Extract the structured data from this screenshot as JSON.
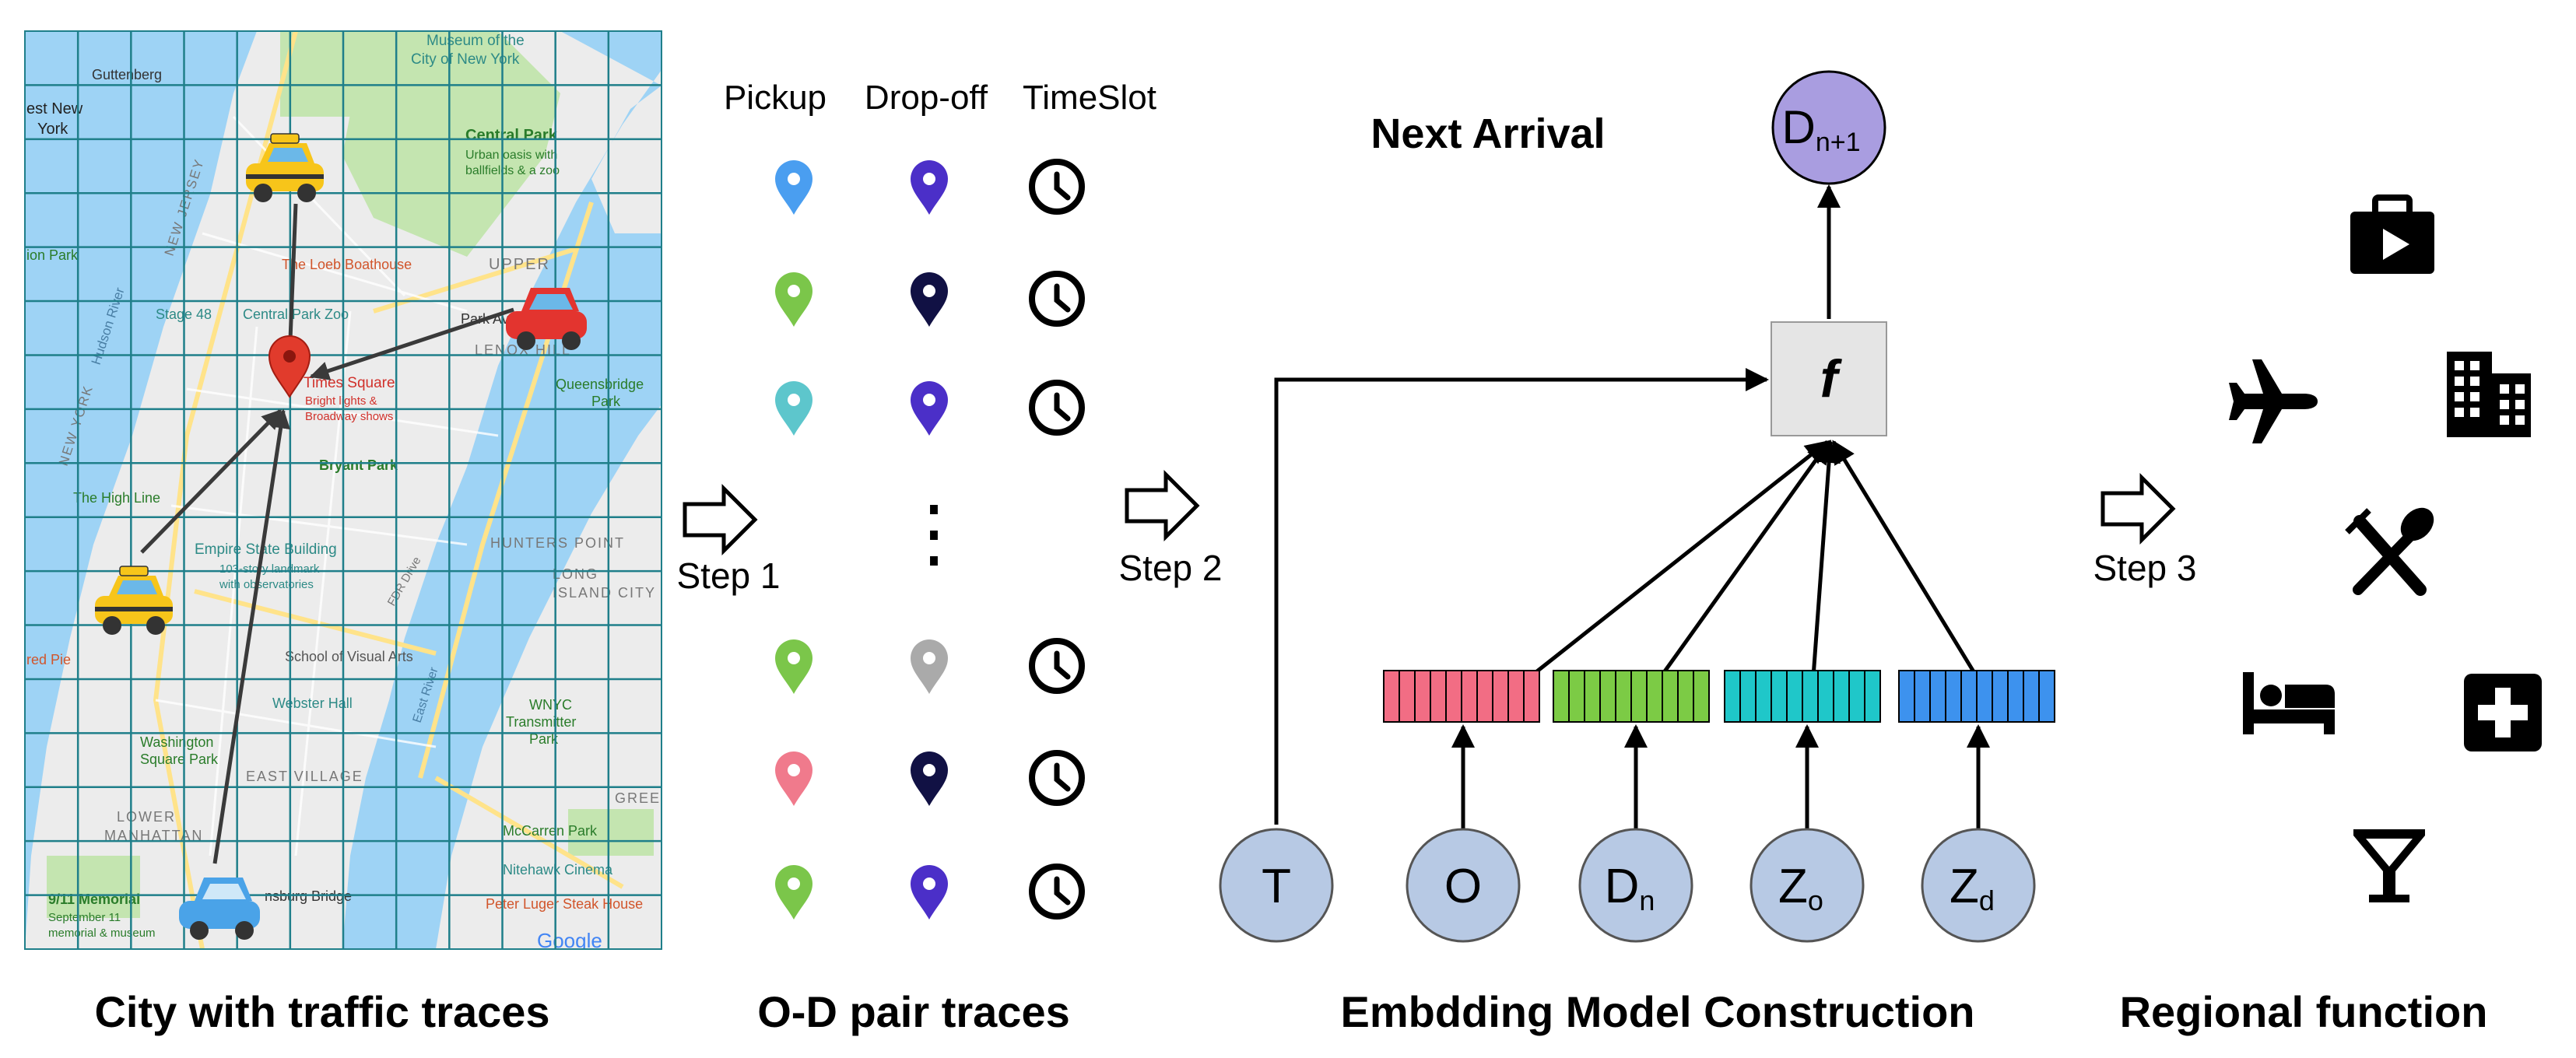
{
  "map": {
    "labels": {
      "museum": "Museum of the City of New York",
      "museum_l1": "Museum of the",
      "museum_l2": "City of New York",
      "guttenberg": "Guttenberg",
      "west_new_york": "West New York",
      "wny_l1": "est New",
      "wny_l2": "York",
      "central_park": "Central Park",
      "cp_desc_l1": "Urban oasis with",
      "cp_desc_l2": "ballfields & a zoo",
      "loeb": "The Loeb Boathouse",
      "upper": "UPPER",
      "lenox_hill": "LENOX HILL",
      "stage48": "Stage 48",
      "cp_zoo": "Central Park Zoo",
      "park_ave_armory": "Park Ave Armory",
      "times_square": "Times Square",
      "ts_desc_l1": "Bright lights &",
      "ts_desc_l2": "Broadway shows",
      "queensbridge_l1": "Queensbridge",
      "queensbridge_l2": "Park",
      "bryant_park": "Bryant Park",
      "high_line": "The High Line",
      "hunters_point": "HUNTERS POINT",
      "esb": "Empire State Building",
      "esb_l1": "103-story landmark",
      "esb_l2": "with observatories",
      "lic_l1": "LONG",
      "lic_l2": "ISLAND CITY",
      "school_visual_arts": "School of Visual Arts",
      "webster_hall": "Webster Hall",
      "wnyc_l1": "WNYC",
      "wnyc_l2": "Transmitter",
      "wnyc_l3": "Park",
      "washington_l1": "Washington",
      "washington_l2": "Square Park",
      "east_village": "EAST VILLAGE",
      "lower_manhattan_l1": "LOWER",
      "lower_manhattan_l2": "MANHATTAN",
      "mccarren": "McCarren Park",
      "nitehawk": "Nitehawk Cinema",
      "memorial_l1": "9/11 Memorial",
      "memorial_l2": "September 11",
      "memorial_l3": "memorial & museum",
      "williamsburg": "nsburg Bridge",
      "peter_luger": "Peter Luger Steak House",
      "google": "Google",
      "new_jersey": "NEW JERSEY",
      "hudson_river": "Hudson River",
      "new_york": "NEW YORK",
      "union_park": "ion Park",
      "pier": "red Pie",
      "greenpoint": "GREENP",
      "east_river": "East River",
      "fdr": "FDR Drive"
    },
    "colors": {
      "water": "#9ed3f5",
      "land": "#ececec",
      "park": "#c4e5b0",
      "grid": "#1f7f8a",
      "road": "#ffe38a",
      "arrow": "#3a3a3a",
      "destination_pin": "#e13b2c"
    },
    "vehicles": [
      "taxi",
      "red-car",
      "taxi",
      "blue-car"
    ]
  },
  "od_table": {
    "headers": [
      "Pickup",
      "Drop-off",
      "TimeSlot"
    ],
    "ellipsis": "⋮",
    "rows": [
      {
        "pickup_color": "#4a9ef0",
        "dropoff_color": "#4b2fc8"
      },
      {
        "pickup_color": "#7bc64a",
        "dropoff_color": "#111144"
      },
      {
        "pickup_color": "#5dc6cc",
        "dropoff_color": "#4b2fc8"
      },
      {
        "pickup_color": "#7bc64a",
        "dropoff_color": "#aaaaaa"
      },
      {
        "pickup_color": "#f07a8c",
        "dropoff_color": "#111144"
      },
      {
        "pickup_color": "#7bc64a",
        "dropoff_color": "#4b2fc8"
      }
    ]
  },
  "steps": {
    "step1": "Step 1",
    "step2": "Step 2",
    "step3": "Step 3"
  },
  "model": {
    "next_arrival": "Next Arrival",
    "output_node": {
      "main": "D",
      "sub": "n+1",
      "color": "#a99de0"
    },
    "function_label": "f",
    "inputs": [
      {
        "main": "T",
        "sub": ""
      },
      {
        "main": "O",
        "sub": ""
      },
      {
        "main": "D",
        "sub": "n"
      },
      {
        "main": "Z",
        "sub": "o"
      },
      {
        "main": "Z",
        "sub": "d"
      }
    ],
    "input_color": "#b7c9e4",
    "embeddings": [
      {
        "color": "#f26d84"
      },
      {
        "color": "#7ccb45"
      },
      {
        "color": "#1fc7c9"
      },
      {
        "color": "#3d92ee"
      }
    ]
  },
  "functions": {
    "icons": [
      "work-icon",
      "building-icon",
      "airplane-icon",
      "restaurant-icon",
      "hotel-icon",
      "hospital-icon",
      "bar-icon"
    ]
  },
  "captions": {
    "city": "City with traffic traces",
    "od": "O-D pair traces",
    "model": "Embdding Model Construction",
    "regional": "Regional function"
  }
}
